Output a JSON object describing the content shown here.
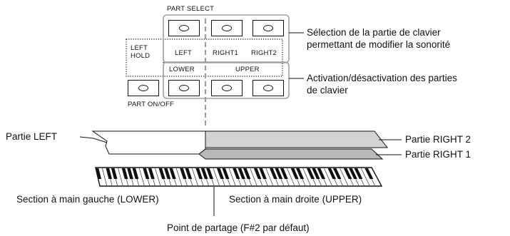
{
  "panel": {
    "part_select_label": "PART SELECT",
    "part_on_off_label": "PART ON/OFF",
    "left_hold_line1": "LEFT",
    "left_hold_line2": "HOLD",
    "left_label": "LEFT",
    "right1_label": "RIGHT1",
    "right2_label": "RIGHT2",
    "lower_label": "LOWER",
    "upper_label": "UPPER"
  },
  "annotations": {
    "part_select_desc_line1": "Sélection de la partie de clavier",
    "part_select_desc_line2": "permettant de modifier la sonorité",
    "on_off_desc_line1": "Activation/désactivation des parties",
    "on_off_desc_line2": "de clavier"
  },
  "parts": {
    "left": "Partie LEFT",
    "right2": "Partie RIGHT 2",
    "right1": "Partie RIGHT 1"
  },
  "keyboard": {
    "lower_section": "Section à main gauche (LOWER)",
    "upper_section": "Section à main droite (UPPER)",
    "split_point": "Point de partage (F#2 par défaut)"
  },
  "colors": {
    "line": "#111111",
    "bracket": "#9a9a9a",
    "right_part_fill": "#d3d3d3",
    "right1_fill": "#b9b9b9"
  }
}
